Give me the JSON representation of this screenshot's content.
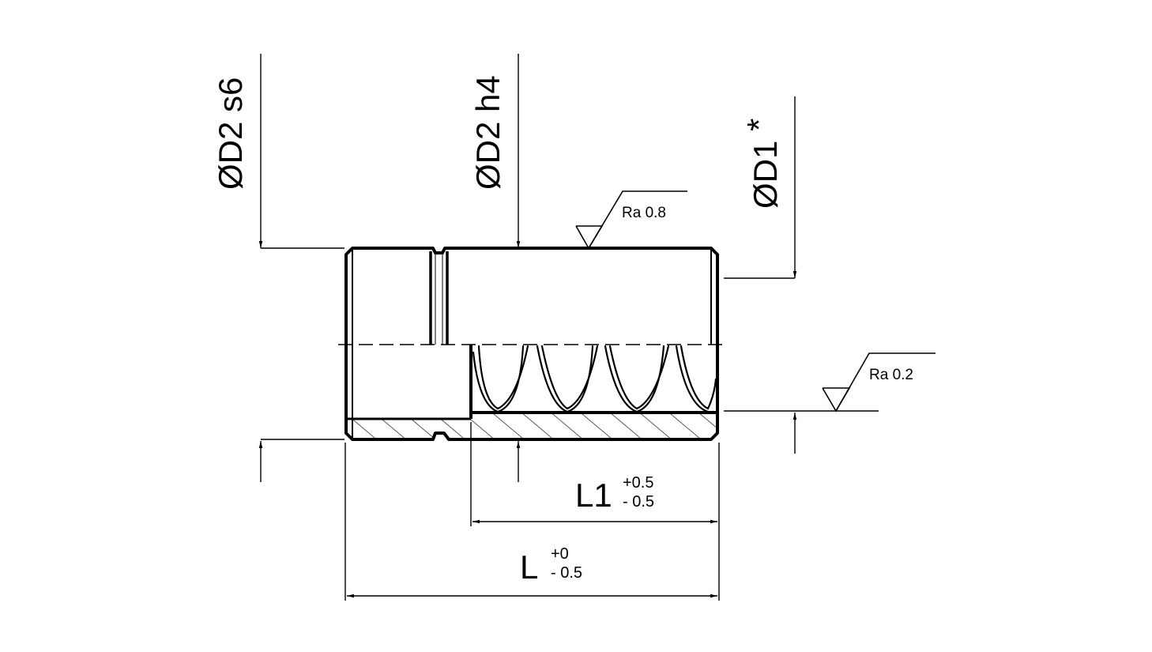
{
  "labels": {
    "d2_s6": "ØD2 s6",
    "d2_h4": "ØD2 h4",
    "d1": "ØD1",
    "d1_mark": "*",
    "ra_top": "Ra 0.8",
    "ra_bottom": "Ra 0.2",
    "l1": "L1",
    "l1_tol_upper": "+0.5",
    "l1_tol_lower": "- 0.5",
    "l": "L",
    "l_tol_upper": "+0",
    "l_tol_lower": "- 0.5"
  }
}
